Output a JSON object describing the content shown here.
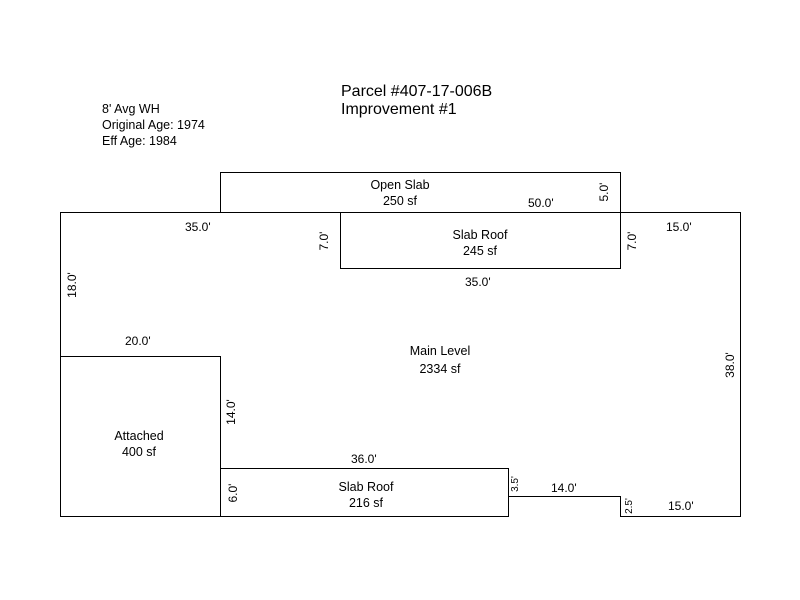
{
  "header": {
    "parcel": "Parcel #407-17-006B",
    "improvement": "Improvement #1"
  },
  "info": {
    "wall_height": "8' Avg WH",
    "original_age": "Original Age: 1974",
    "eff_age": "Eff Age: 1984"
  },
  "areas": {
    "open_slab": {
      "name": "Open Slab",
      "area": "250 sf"
    },
    "slab_roof_top": {
      "name": "Slab Roof",
      "area": "245 sf"
    },
    "main_level": {
      "name": "Main Level",
      "area": "2334 sf"
    },
    "attached": {
      "name": "Attached",
      "area": "400 sf"
    },
    "slab_roof_bottom": {
      "name": "Slab Roof",
      "area": "216 sf"
    }
  },
  "dimensions": {
    "top_left": "35.0'",
    "open_slab_width": "50.0'",
    "open_slab_depth": "5.0'",
    "top_right": "15.0'",
    "slab_left": "7.0'",
    "slab_right": "7.0'",
    "slab_bottom": "35.0'",
    "left_upper": "18.0'",
    "attached_top": "20.0'",
    "right_side": "38.0'",
    "attached_right": "14.0'",
    "bottom_slab_top": "36.0'",
    "bottom_slab_left": "6.0'",
    "step_up": "3.5'",
    "step_width": "14.0'",
    "step_down": "2.5'",
    "bottom_right": "15.0'"
  }
}
